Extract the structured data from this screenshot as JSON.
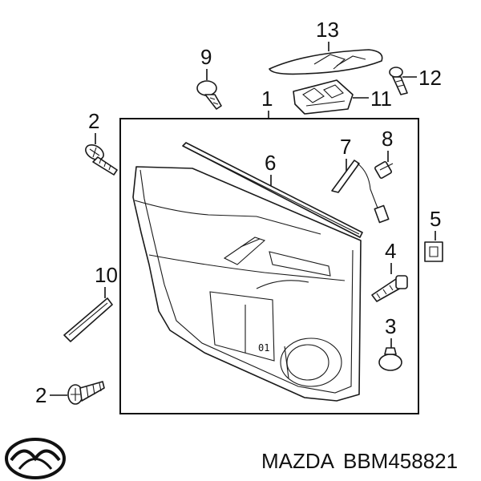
{
  "callouts": {
    "c1": "1",
    "c2a": "2",
    "c2b": "2",
    "c3": "3",
    "c4": "4",
    "c5": "5",
    "c6": "6",
    "c7": "7",
    "c8": "8",
    "c9": "9",
    "c10": "10",
    "c11": "11",
    "c12": "12",
    "c13": "13"
  },
  "footer": {
    "brand": "MAZDA",
    "part_number": "BBM458821"
  },
  "icons": {
    "logo": "mazda-logo-icon"
  }
}
